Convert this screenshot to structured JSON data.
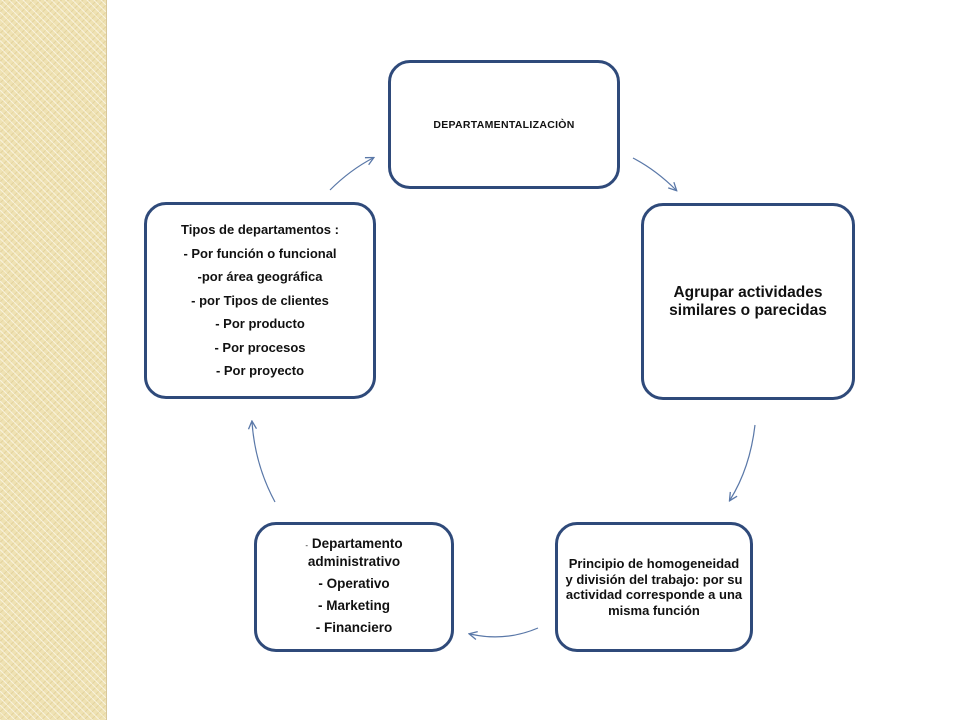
{
  "background": {
    "side_strip_color": "#efe2b3",
    "node_border_color": "#2f4a7a",
    "arrow_color": "#5a78a8"
  },
  "diagram": {
    "type": "cycle",
    "nodes": [
      {
        "id": "departamentalizacion",
        "lines": [
          "DEPARTAMENTALIZACIÒN"
        ]
      },
      {
        "id": "agrupar",
        "lines": [
          "Agrupar actividades similares o parecidas"
        ]
      },
      {
        "id": "principio",
        "lines": [
          "Principio de homogeneidad y división del trabajo: por su actividad corresponde a una misma función"
        ]
      },
      {
        "id": "departamentos",
        "first_line_dash": "-",
        "first_line_text": "Departamento administrativo",
        "lines": [
          "- Operativo",
          "- Marketing",
          "- Financiero"
        ]
      },
      {
        "id": "tipos",
        "lines": [
          "Tipos de departamentos :",
          "- Por función o funcional",
          "-por área geográfica",
          "- por Tipos de clientes",
          "- Por producto",
          "- Por procesos",
          "- Por proyecto"
        ]
      }
    ],
    "edges": [
      {
        "from": "departamentalizacion",
        "to": "agrupar"
      },
      {
        "from": "agrupar",
        "to": "principio"
      },
      {
        "from": "principio",
        "to": "departamentos"
      },
      {
        "from": "departamentos",
        "to": "tipos"
      },
      {
        "from": "tipos",
        "to": "departamentalizacion"
      }
    ]
  }
}
